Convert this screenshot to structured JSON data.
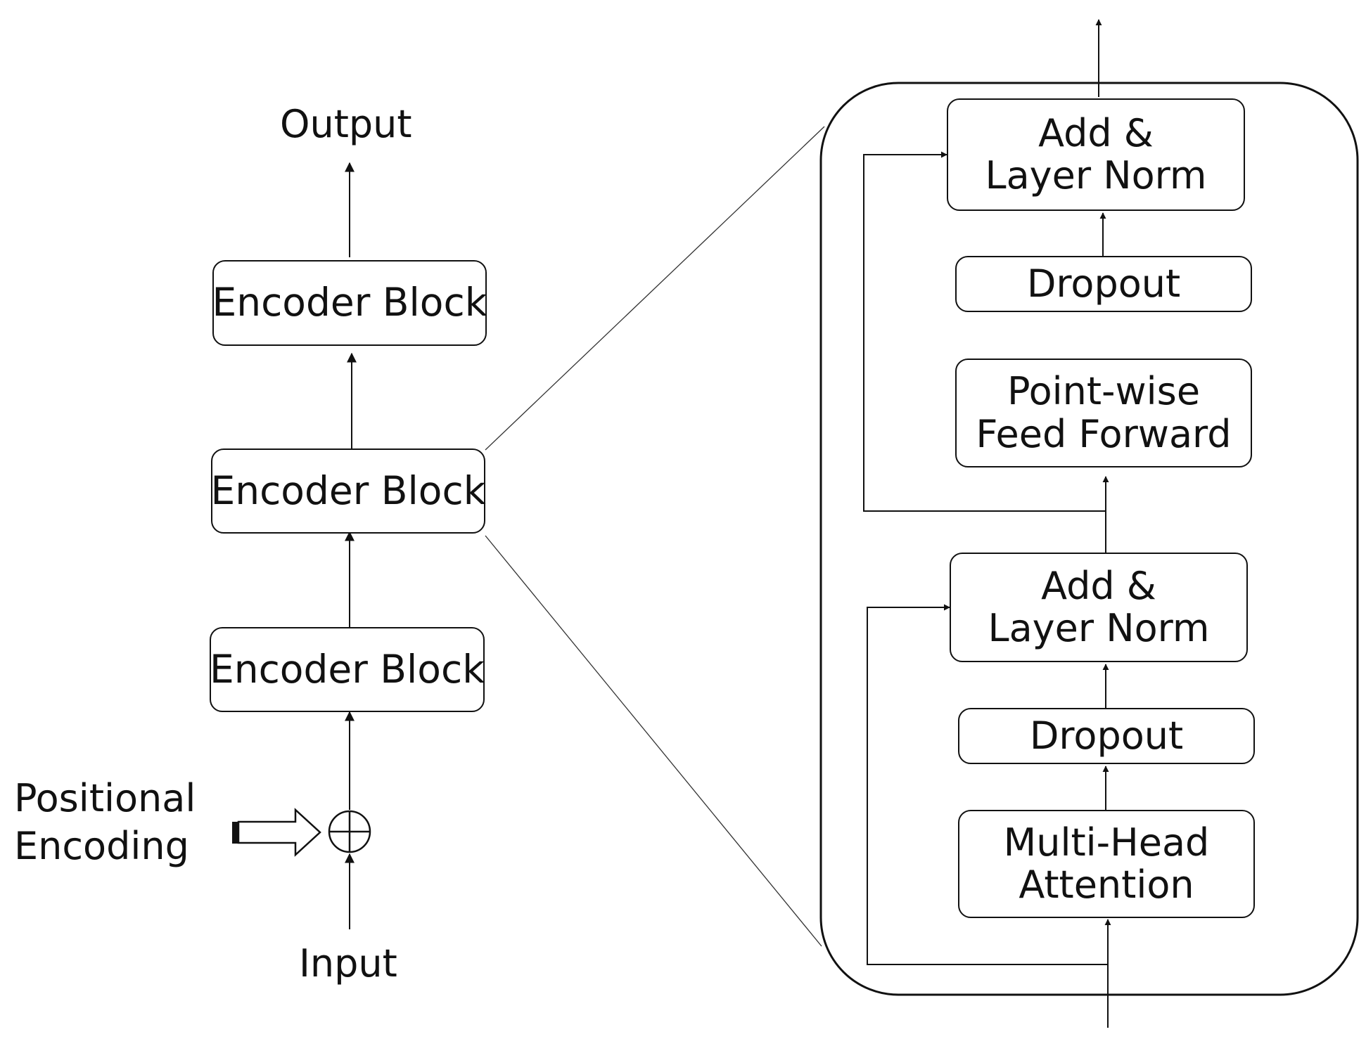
{
  "left": {
    "output_label": "Output",
    "input_label": "Input",
    "positional_encoding_line1": "Positional",
    "positional_encoding_line2": "Encoding",
    "encoder_blocks": [
      "Encoder Block",
      "Encoder Block",
      "Encoder Block"
    ]
  },
  "detail": {
    "add_norm_top": {
      "line1": "Add &",
      "line2": "Layer Norm"
    },
    "dropout_top": "Dropout",
    "ffn": {
      "line1": "Point-wise",
      "line2": "Feed Forward"
    },
    "add_norm_bottom": {
      "line1": "Add &",
      "line2": "Layer Norm"
    },
    "dropout_bottom": "Dropout",
    "attention": {
      "line1": "Multi-Head",
      "line2": "Attention"
    }
  }
}
